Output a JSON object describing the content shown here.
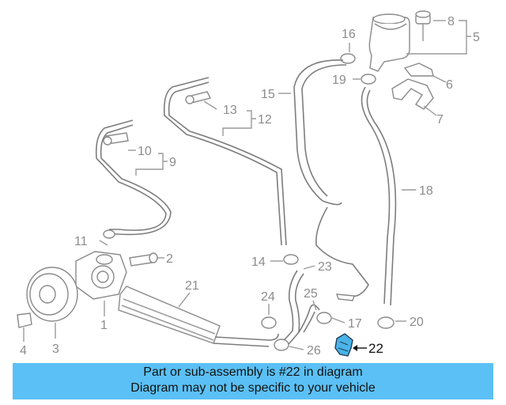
{
  "callouts": {
    "c1": "1",
    "c2": "2",
    "c3": "3",
    "c4": "4",
    "c5": "5",
    "c6": "6",
    "c7": "7",
    "c8": "8",
    "c9": "9",
    "c10": "10",
    "c11": "11",
    "c12": "12",
    "c13": "13",
    "c14": "14",
    "c15": "15",
    "c16": "16",
    "c17": "17",
    "c18": "18",
    "c19": "19",
    "c20": "20",
    "c21": "21",
    "c22": "22",
    "c23": "23",
    "c24": "24",
    "c25": "25",
    "c26": "26"
  },
  "highlight_part": "22",
  "banner": {
    "line1": "Part or sub-assembly is #22 in diagram",
    "line2": "Diagram may not be specific to your vehicle",
    "background": "#5bc0f5"
  },
  "colors": {
    "line_art": "#8c8c8c",
    "highlight": "#4ab3e8"
  }
}
